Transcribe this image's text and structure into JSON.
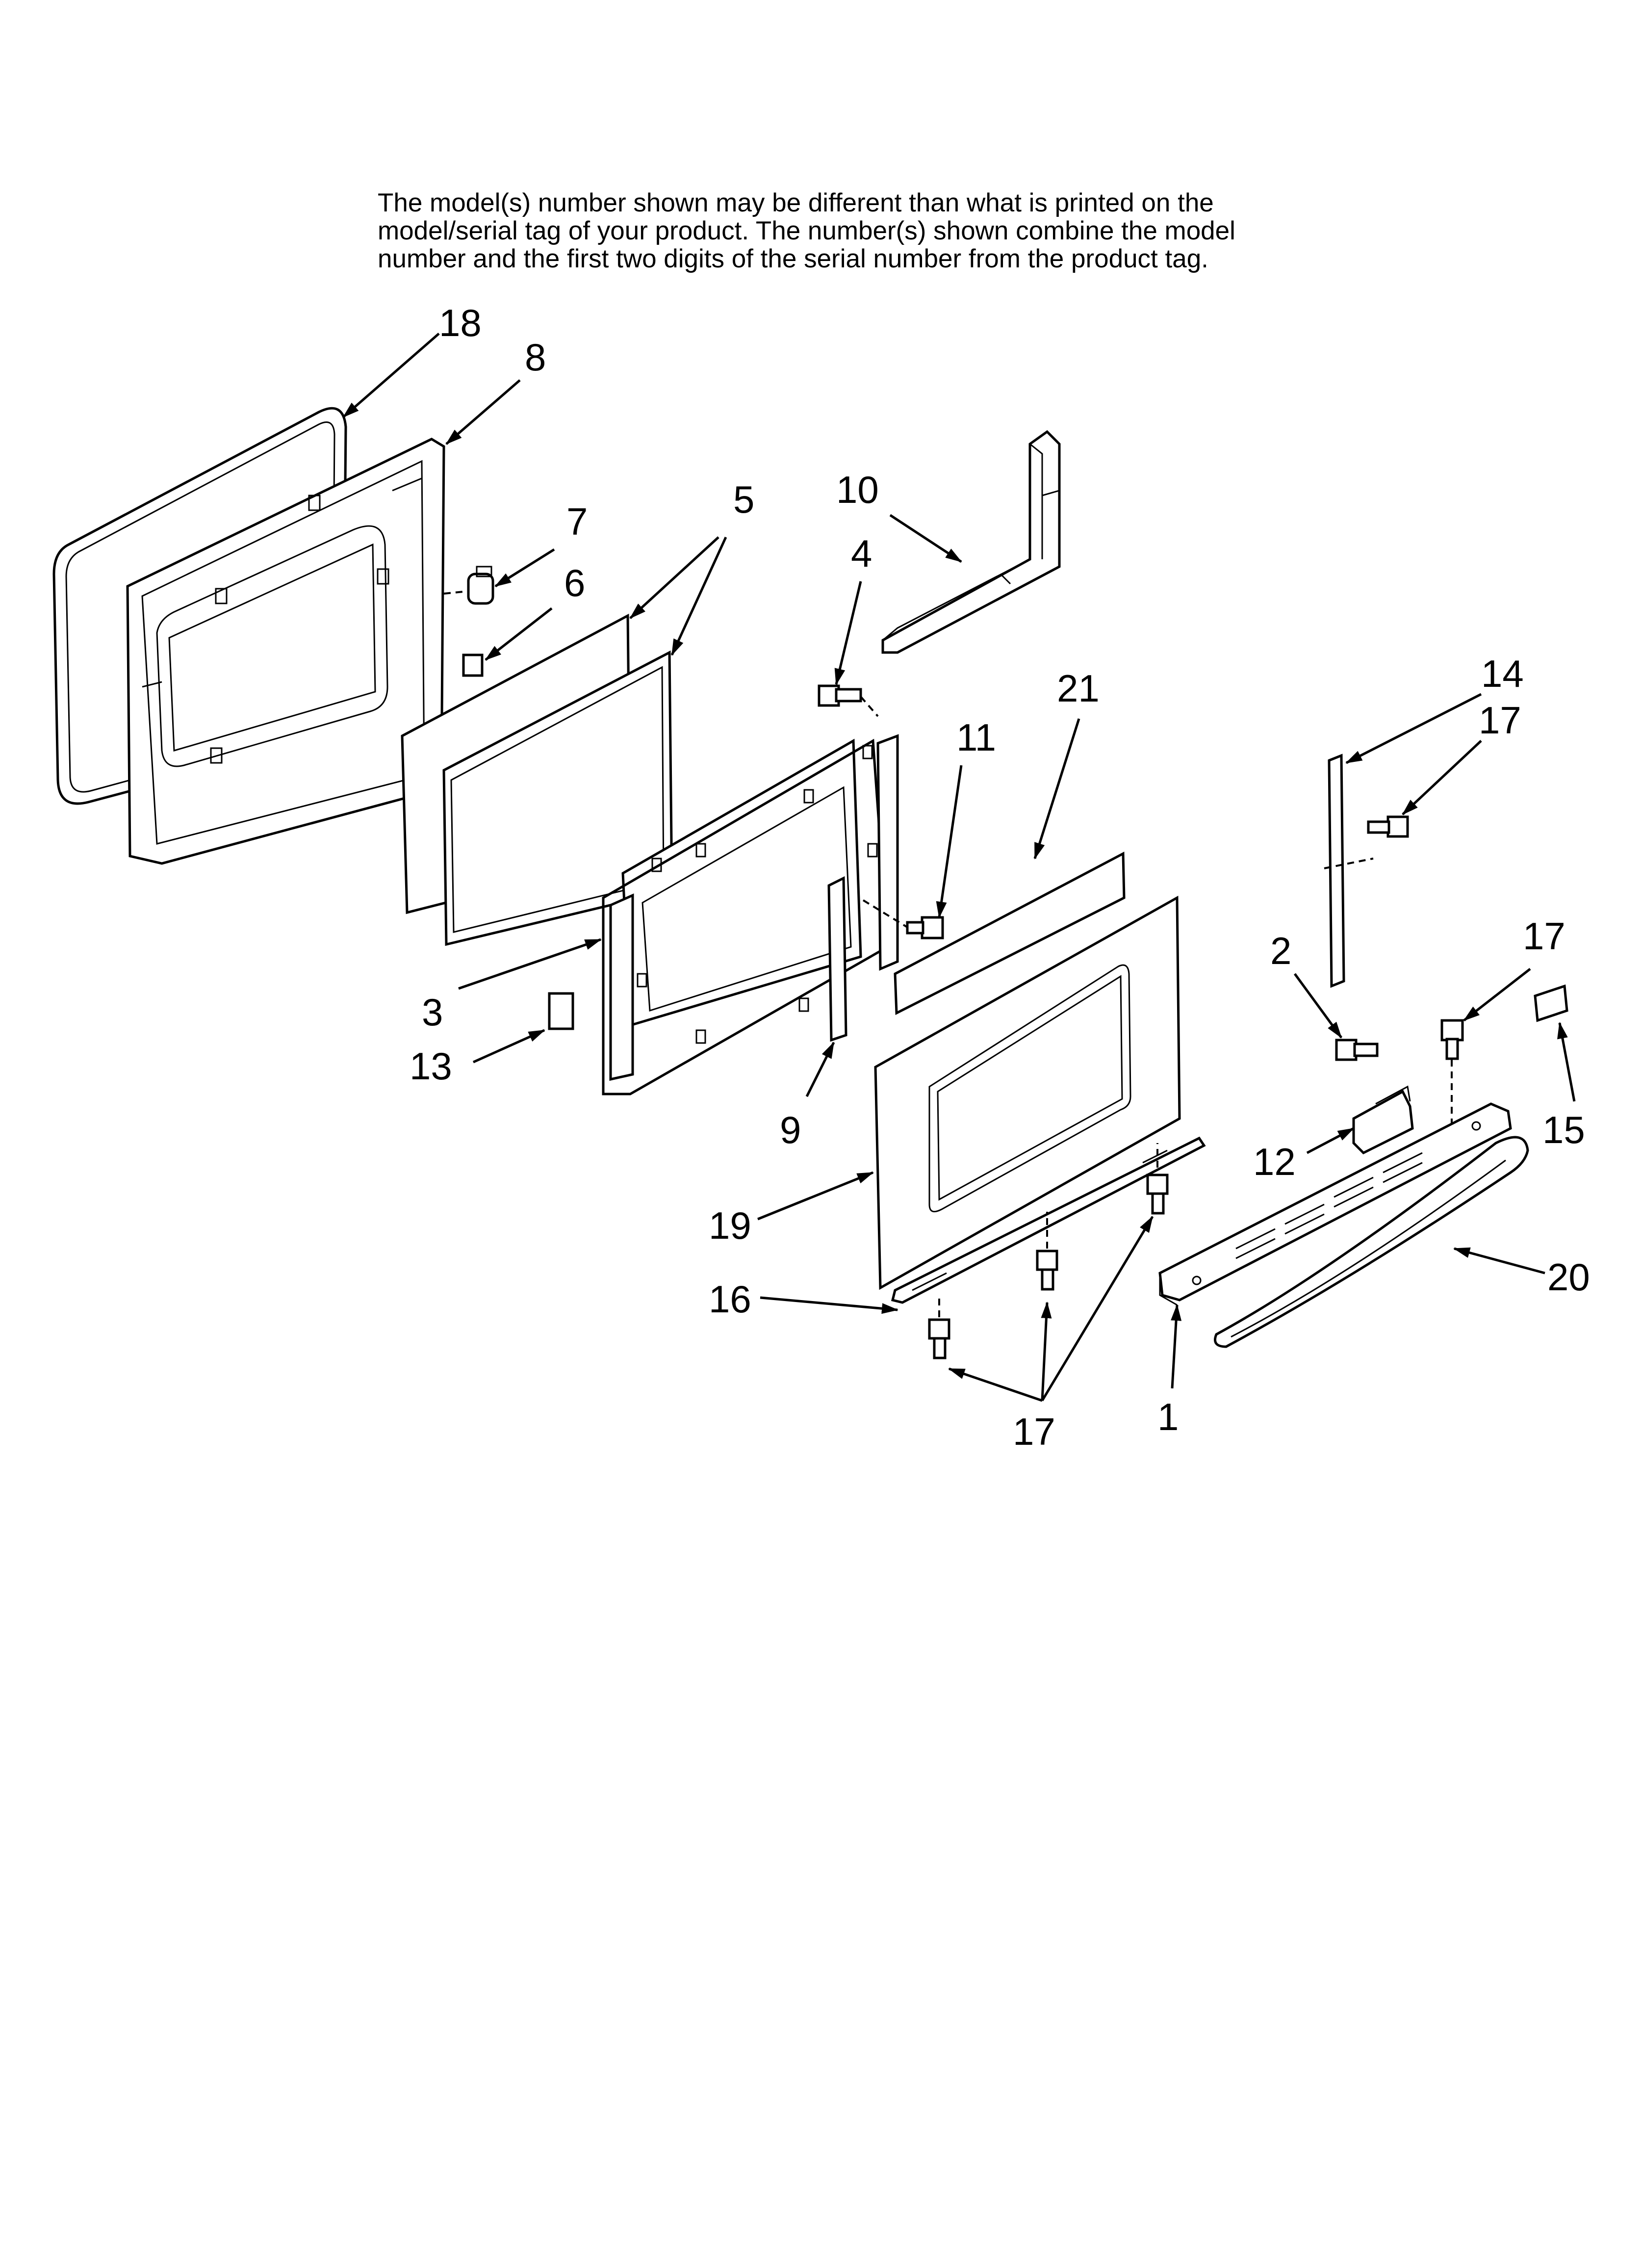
{
  "notice": {
    "line1": "The model(s) number shown may be different than what is printed on the",
    "line2": "model/serial tag of your product. The number(s) shown combine the model",
    "line3": "number and the first two digits of the serial number from the product tag."
  },
  "callouts": {
    "c18": "18",
    "c8": "8",
    "c7": "7",
    "c6": "6",
    "c5": "5",
    "c10": "10",
    "c4": "4",
    "c21": "21",
    "c11": "11",
    "c14": "14",
    "c17a": "17",
    "c3": "3",
    "c13": "13",
    "c9": "9",
    "c2": "2",
    "c17b": "17",
    "c15": "15",
    "c12": "12",
    "c19": "19",
    "c20": "20",
    "c16": "16",
    "c17c": "17",
    "c1": "1"
  }
}
